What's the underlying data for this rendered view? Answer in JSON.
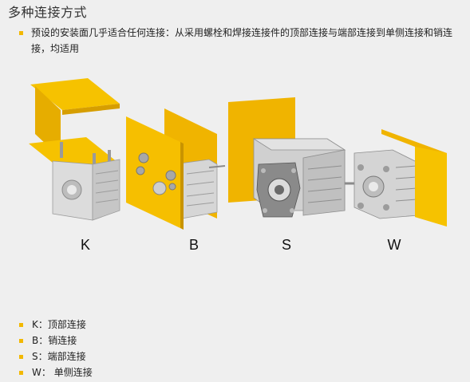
{
  "title": "多种连接方式",
  "intro": "预设的安装面几乎适合任何连接：从采用螺栓和焊接连接件的顶部连接与端部连接到单侧连接和销连接，均适用",
  "figure_labels": [
    "K",
    "B",
    "S",
    "W"
  ],
  "legend": [
    {
      "code": "K",
      "text": "顶部连接"
    },
    {
      "code": "B",
      "text": "销连接"
    },
    {
      "code": "S",
      "text": "端部连接"
    },
    {
      "code": "W",
      "text": "单侧连接"
    }
  ],
  "colors": {
    "accent": "#f2b800",
    "steel_yellow": "#f0b400",
    "housing_grey": "#d2d2d2"
  }
}
